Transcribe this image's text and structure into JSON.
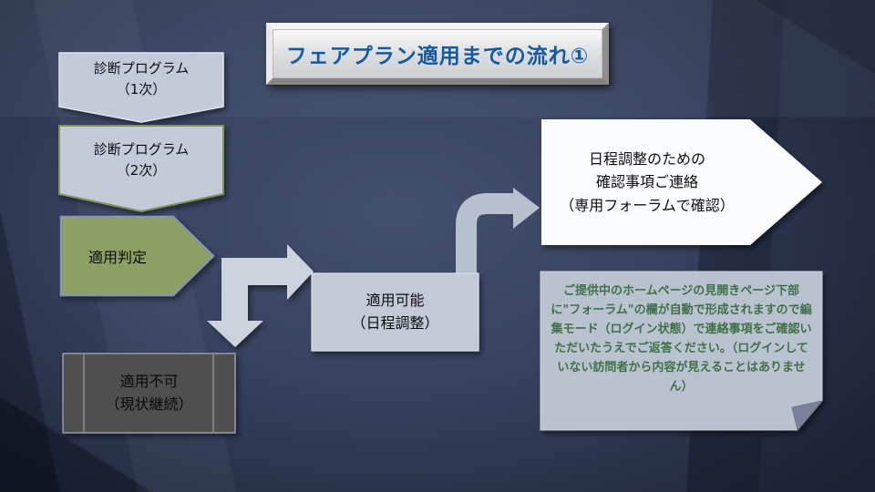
{
  "slide": {
    "title": "フェアプラン適用までの流れ①",
    "flow": {
      "step_diagnosis_1": "診断プログラム\n（1次）",
      "step_diagnosis_2": "診断プログラム\n（2次）",
      "step_judgement": "適用判定",
      "step_applicable": "適用可能\n（日程調整）",
      "step_not_applicable": "適用不可\n（現状継続）",
      "step_contact": "日程調整のための\n確認事項ご連絡\n（専用フォーラムで確認）"
    },
    "note": {
      "text": "ご提供中のホームページの見開きページ下部に\"フォーラム\"の欄が自動で形成されますので編集モード（ログイン状態）で連絡事項をご確認いただいたうえでご返答ください。（ログインしていない訪問者から内容が見えることはありません）"
    },
    "colors": {
      "background_base": "#2d3850",
      "title_text": "#155a9f",
      "chevron_fill": "#c3cbd8",
      "chevron2_border": "#7f9454",
      "judgement_fill": "#8ca064",
      "applicable_fill": "#c3cad6",
      "not_applicable_fill": "#4f4f50",
      "contact_fill": "#fbfcfd",
      "note_fill": "#b9c2cf",
      "note_text": "#3f7049",
      "arrow_fill": "#ccd3dd"
    }
  }
}
